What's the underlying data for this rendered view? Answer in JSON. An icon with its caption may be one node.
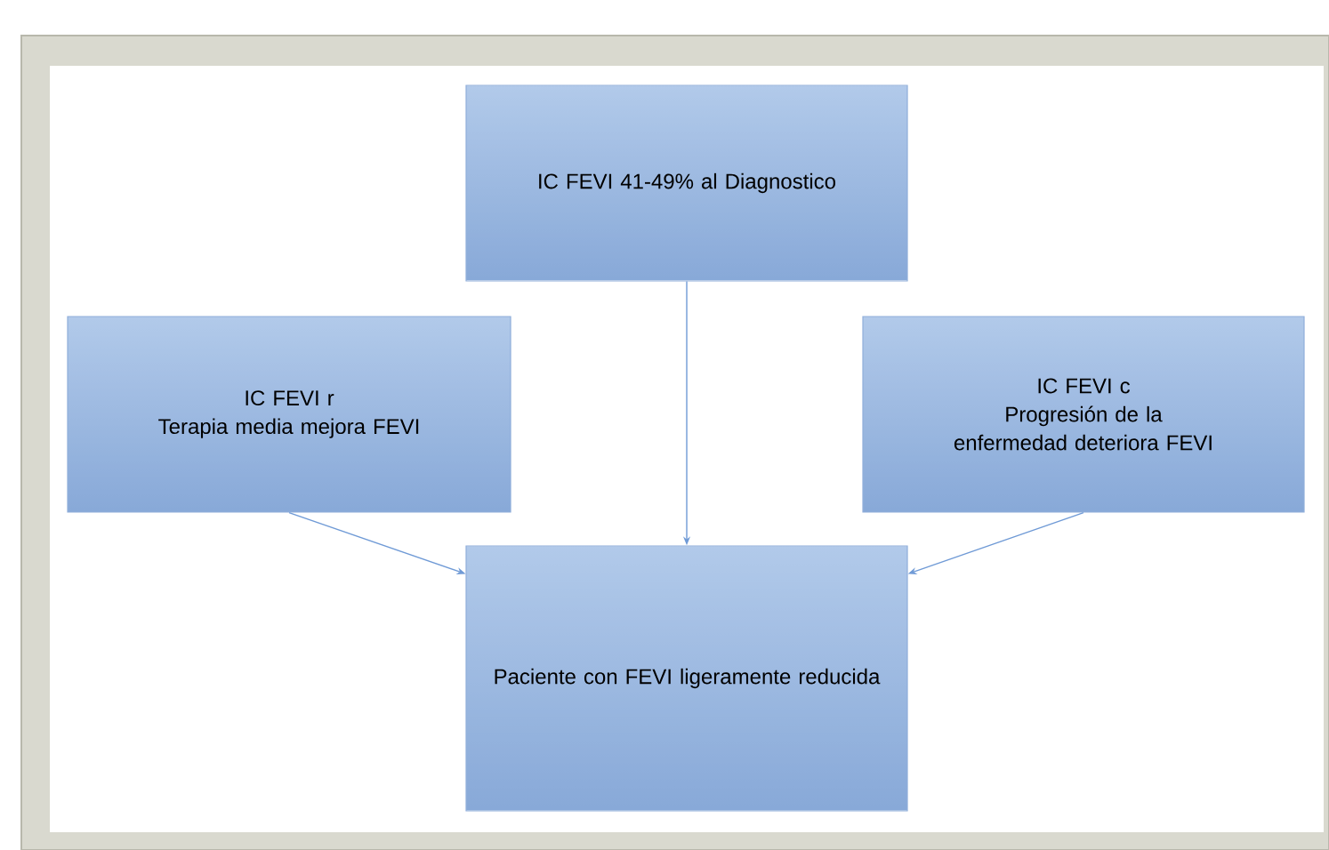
{
  "diagram": {
    "nodes": [
      {
        "text": [
          "IC FEVI 41-49% al Diagnostico"
        ]
      },
      {
        "text": [
          "IC FEVI r",
          "Terapia media mejora FEVI"
        ]
      },
      {
        "text": [
          "IC FEVI c",
          "Progresión de la enfermedad deteriora FEVI"
        ]
      },
      {
        "text": [
          "Paciente con FEVI ligeramente reducida"
        ]
      }
    ],
    "edges": [
      {
        "from": 0,
        "to": 3,
        "arrow": "to"
      },
      {
        "from": 1,
        "to": 3,
        "arrow": "to"
      },
      {
        "from": 2,
        "to": 3,
        "arrow": "to"
      }
    ]
  }
}
